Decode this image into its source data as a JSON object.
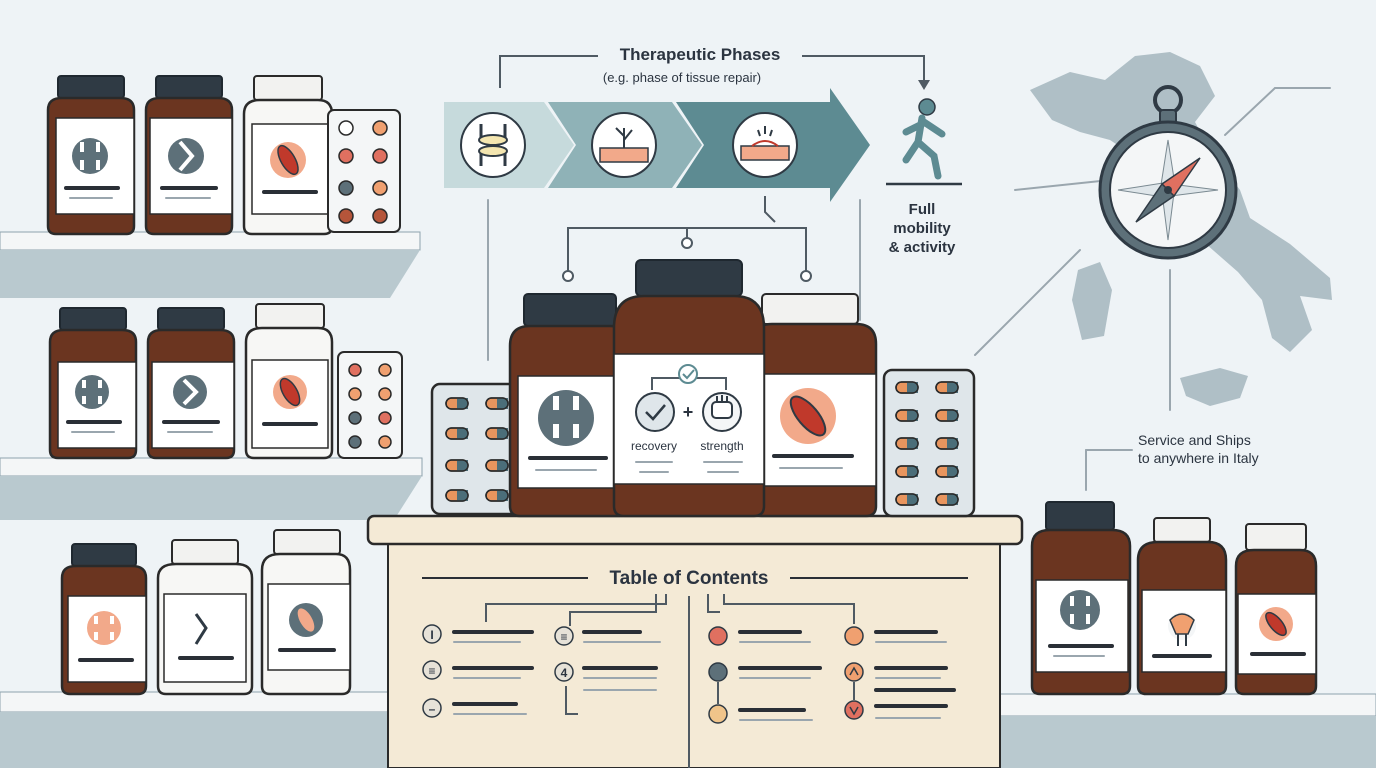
{
  "phases": {
    "title": "Therapeutic Phases",
    "subtitle": "(e.g. phase of tissue repair)",
    "steps": [
      {
        "icon": "joint-icon"
      },
      {
        "icon": "tissue-repair-icon"
      },
      {
        "icon": "skin-healing-icon"
      }
    ],
    "goal": {
      "line1": "Full",
      "line2": "mobility",
      "line3": "& activity",
      "icon": "running-person-icon"
    }
  },
  "featured": {
    "recovery_label": "recovery",
    "plus": "+",
    "strength_label": "strength"
  },
  "shipping": {
    "line1": "Service and Ships",
    "line2": "to anywhere in Italy",
    "icon": "compass-icon"
  },
  "toc": {
    "title": "Table of Contents",
    "left_markers": [
      "I",
      "≡",
      "–"
    ],
    "mid_markers": [
      "≡",
      "4"
    ]
  },
  "colors": {
    "bottle_brown": "#6b3520",
    "arrow_dark": "#5d8b92",
    "arrow_mid": "#8fb2b7",
    "arrow_light": "#c6dadc",
    "map_gray": "#a3b5bd",
    "accent_red": "#e07060",
    "accent_orange": "#f0a070"
  }
}
